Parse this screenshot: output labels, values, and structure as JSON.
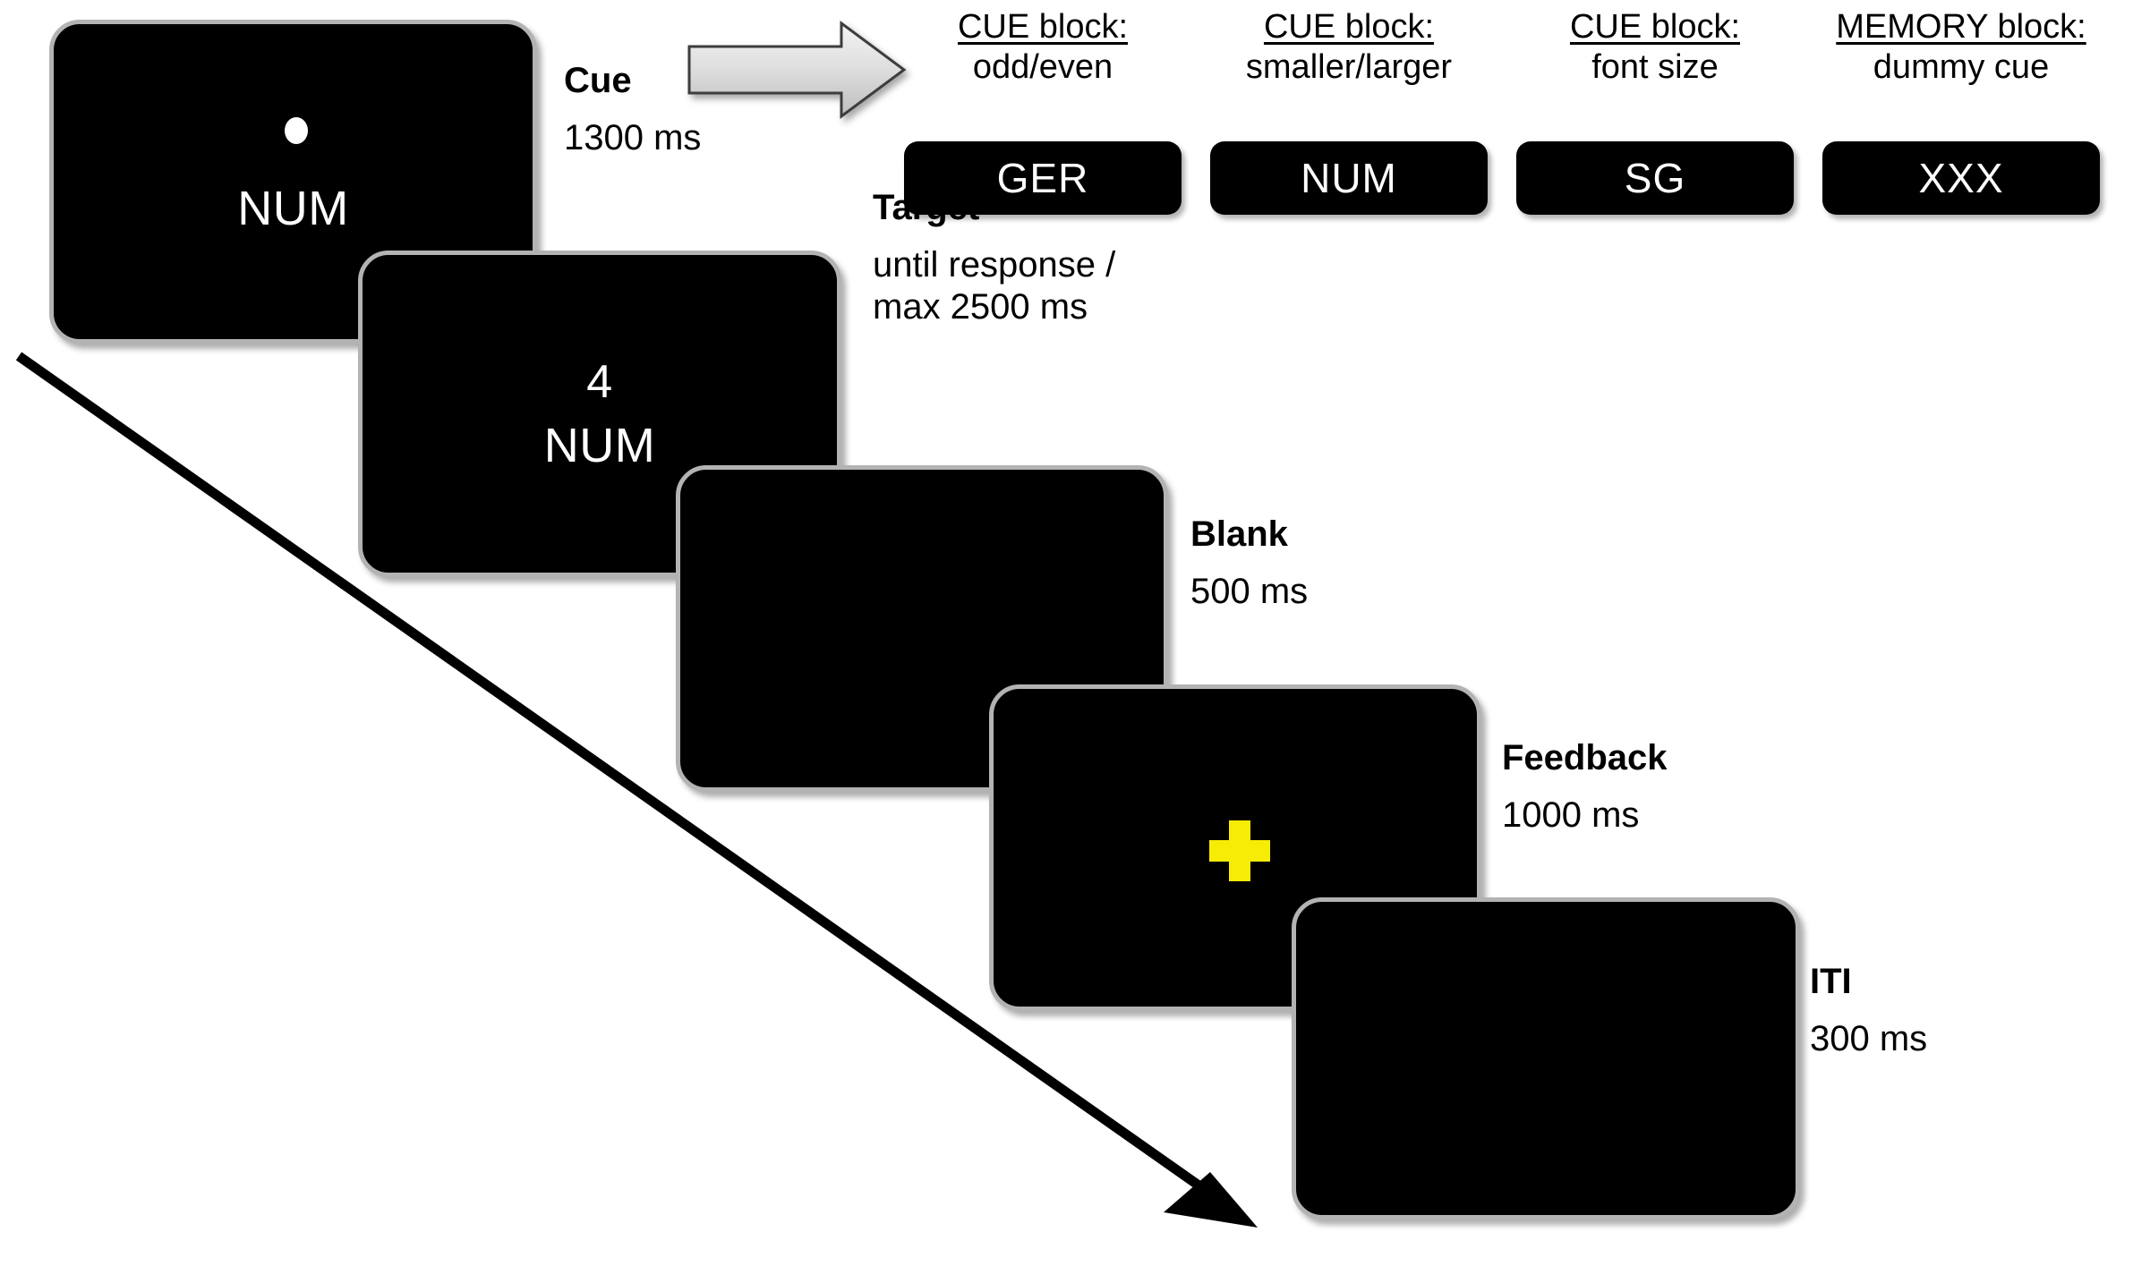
{
  "figure": {
    "kind": "task-trial-sequence-diagram"
  },
  "colors": {
    "screen_background": "#000000",
    "screen_border": "#b3b3b3",
    "feedback_cross": "#f7ec06",
    "page_background": "#ffffff",
    "text": "#000000",
    "arrow_fill": "#d9d9d9"
  },
  "screens": [
    {
      "id": "cue-screen",
      "fixation_dot": "white-dot",
      "text": "NUM"
    },
    {
      "id": "target-screen",
      "digit": "4",
      "text": "NUM"
    },
    {
      "id": "blank-screen",
      "text": ""
    },
    {
      "id": "feedback-screen",
      "symbol": "plus-cross"
    },
    {
      "id": "iti-screen",
      "text": ""
    }
  ],
  "stages": [
    {
      "title": "Cue",
      "duration": "1300 ms"
    },
    {
      "title": "Target",
      "duration": "until response /\nmax 2500 ms"
    },
    {
      "title": "Blank",
      "duration": "500 ms"
    },
    {
      "title": "Feedback",
      "duration": "1000 ms"
    },
    {
      "title": "ITI",
      "duration": "300 ms"
    }
  ],
  "cue_columns": [
    {
      "block": "CUE block:",
      "rule": "odd/even",
      "cue": "GER"
    },
    {
      "block": "CUE block:",
      "rule": "smaller/larger",
      "cue": "NUM"
    },
    {
      "block": "CUE block:",
      "rule": "font size",
      "cue": "SG"
    },
    {
      "block": "MEMORY block:",
      "rule": "dummy cue",
      "cue": "XXX"
    }
  ]
}
